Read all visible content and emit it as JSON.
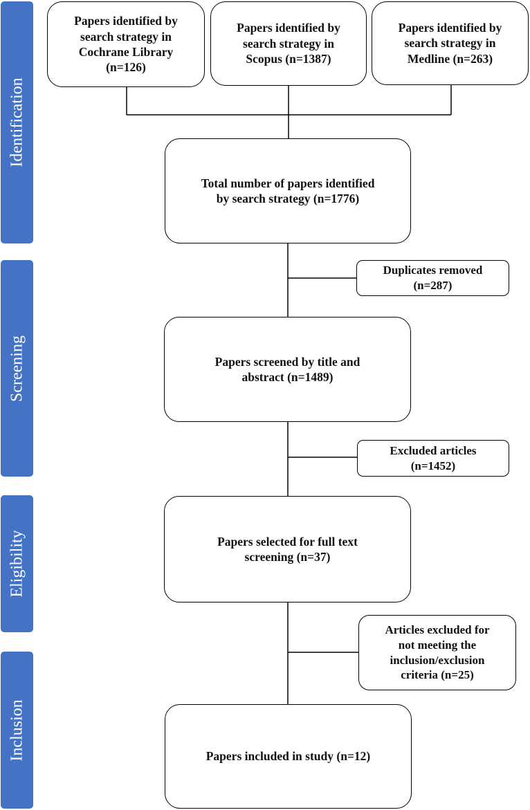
{
  "phases": {
    "identification": "Identification",
    "screening": "Screening",
    "eligibility": "Eligibility",
    "inclusion": "Inclusion"
  },
  "boxes": {
    "cochrane": "Papers identified by\nsearch strategy in\nCochrane Library\n(n=126)",
    "scopus": "Papers identified by\nsearch strategy in\nScopus (n=1387)",
    "medline": "Papers identified by\nsearch strategy in\nMedline (n=263)",
    "total": "Total number of papers identified\nby search strategy (n=1776)",
    "duplicates": "Duplicates removed\n(n=287)",
    "screened": "Papers screened by title and\nabstract (n=1489)",
    "excluded": "Excluded articles\n(n=1452)",
    "fulltext": "Papers selected for full text\nscreening (n=37)",
    "excluded_criteria": "Articles excluded for\nnot meeting the\ninclusion/exclusion\ncriteria (n=25)",
    "included": "Papers included in study (n=12)"
  },
  "colors": {
    "phase_fill": "#4472c4",
    "line": "#000000"
  }
}
